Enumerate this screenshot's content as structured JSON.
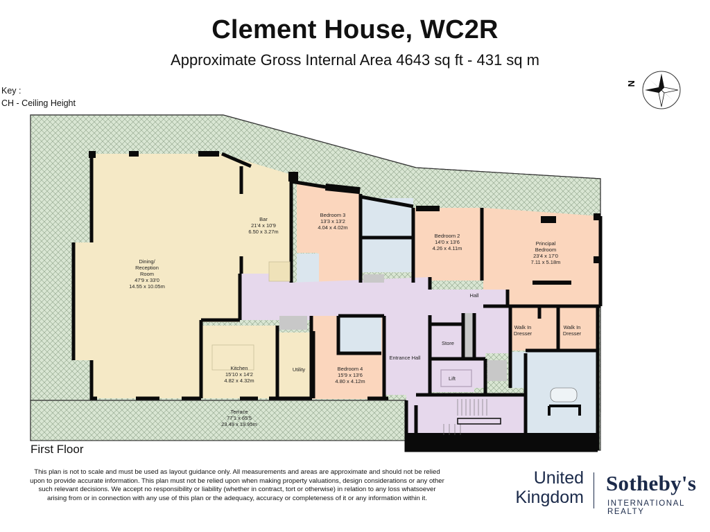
{
  "header": {
    "title": "Clement House, WC2R",
    "subtitle": "Approximate Gross Internal Area 4643 sq ft - 431 sq m"
  },
  "key": {
    "heading": "Key :",
    "items": [
      "CH - Ceiling Height"
    ]
  },
  "compass": {
    "label": "N",
    "icon": "compass-rose-icon"
  },
  "floor_label": "First Floor",
  "colors": {
    "terrace": "#d9e6d3",
    "reception": "#f5e9c6",
    "bedroom": "#fbd6bd",
    "circulation": "#e6d8ec",
    "bathroom": "#dbe6ee",
    "store_grey": "#c8c8c8",
    "wall": "#0a0a0a",
    "brand_navy": "#1b2a4a"
  },
  "rooms": [
    {
      "id": "dining",
      "name": "Dining/",
      "name2": "Reception",
      "name3": "Room",
      "imperial": "47'9 x 33'0",
      "metric": "14.55 x 10.05m"
    },
    {
      "id": "bar",
      "name": "Bar",
      "imperial": "21'4 x 10'9",
      "metric": "6.50 x 3.27m"
    },
    {
      "id": "bedroom3",
      "name": "Bedroom 3",
      "imperial": "13'3 x 13'2",
      "metric": "4.04 x 4.02m"
    },
    {
      "id": "bedroom2",
      "name": "Bedroom 2",
      "imperial": "14'0 x 13'6",
      "metric": "4.26 x 4.11m"
    },
    {
      "id": "principal",
      "name": "Principal",
      "name2": "Bedroom",
      "imperial": "23'4 x 17'0",
      "metric": "7.11 x 5.18m"
    },
    {
      "id": "hall",
      "name": "Hall"
    },
    {
      "id": "walkin1",
      "name": "Walk In",
      "name2": "Dresser"
    },
    {
      "id": "walkin2",
      "name": "Walk In",
      "name2": "Dresser"
    },
    {
      "id": "kitchen",
      "name": "Kitchen",
      "imperial": "15'10 x 14'2",
      "metric": "4.82 x 4.32m"
    },
    {
      "id": "utility",
      "name": "Utility"
    },
    {
      "id": "bedroom4",
      "name": "Bedroom 4",
      "imperial": "15'9 x 13'6",
      "metric": "4.80 x 4.12m"
    },
    {
      "id": "entrance",
      "name": "Entrance Hall"
    },
    {
      "id": "store",
      "name": "Store"
    },
    {
      "id": "lift",
      "name": "Lift"
    },
    {
      "id": "terrace",
      "name": "Terrace",
      "imperial": "77'1 x 65'5",
      "metric": "23.49 x 19.95m"
    }
  ],
  "disclaimer": "This plan is not to scale and must be used as layout guidance only. All measurements and areas are approximate and should not be relied upon to provide accurate information. This plan must not be relied upon when making property valuations, design considerations or any other such relevant decisions. We accept no responsibility or liability (whether in contract, tort or otherwise) in relation to any loss whatsoever arising from or in connection with any use of this plan or the adequacy, accuracy or completeness of it or any information within it.",
  "branding": {
    "region_line1": "United",
    "region_line2": "Kingdom",
    "brand": "Sotheby's",
    "brand_sub": "INTERNATIONAL REALTY"
  }
}
